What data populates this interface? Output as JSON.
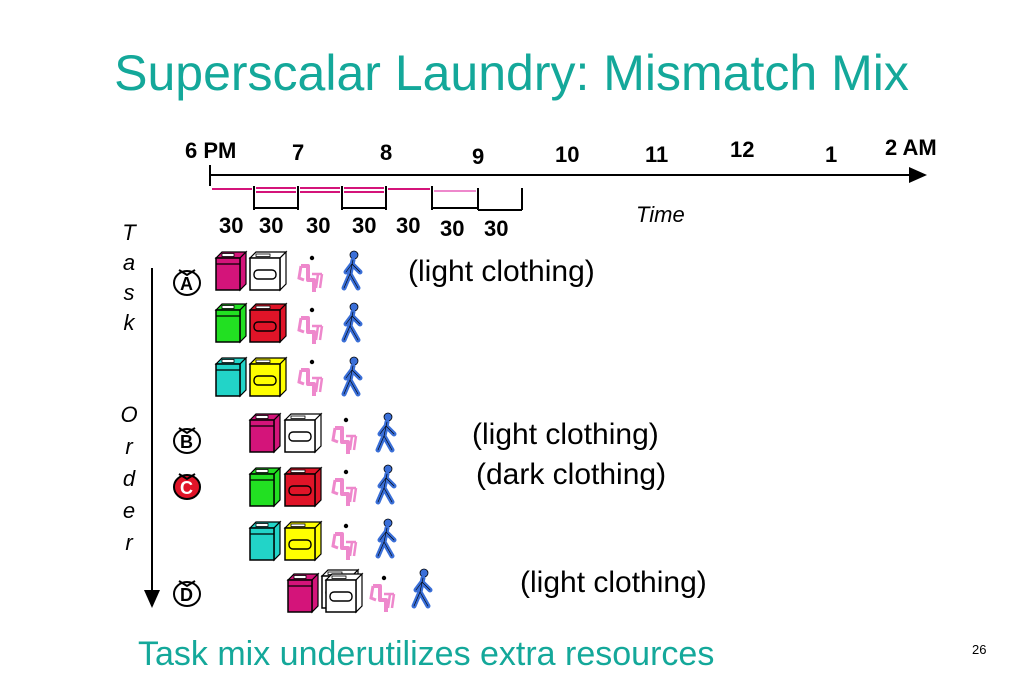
{
  "title": "Superscalar Laundry: Mismatch Mix",
  "footer": "Task mix underutilizes extra resources",
  "page_number": "26",
  "timeline": {
    "hours": [
      "6 PM",
      "7",
      "8",
      "9",
      "10",
      "11",
      "12",
      "1",
      "2 AM"
    ],
    "axis_label": "Time",
    "segments": [
      "30",
      "30",
      "30",
      "30",
      "30",
      "30",
      "30"
    ]
  },
  "task_order_axis": "Task Order",
  "task_order_letters": [
    "T",
    "a",
    "s",
    "k",
    "O",
    "r",
    "d",
    "e",
    "r"
  ],
  "tasks": [
    {
      "label": "A",
      "note": "(light clothing)"
    },
    {
      "label": "B",
      "note": "(light clothing)"
    },
    {
      "label": "C",
      "note": "(dark clothing)"
    },
    {
      "label": "D",
      "note": "(light clothing)"
    }
  ],
  "colors": {
    "title": "#14a89a",
    "washer_magenta": "#d4147a",
    "washer_green": "#22e022",
    "washer_cyan": "#22d4c8",
    "dryer_white": "#ffffff",
    "dryer_red": "#e01428",
    "dryer_yellow": "#ffff00",
    "folder": "#ee88cc",
    "stasher": "#3a6fd8",
    "bag_C": "#e01428"
  }
}
